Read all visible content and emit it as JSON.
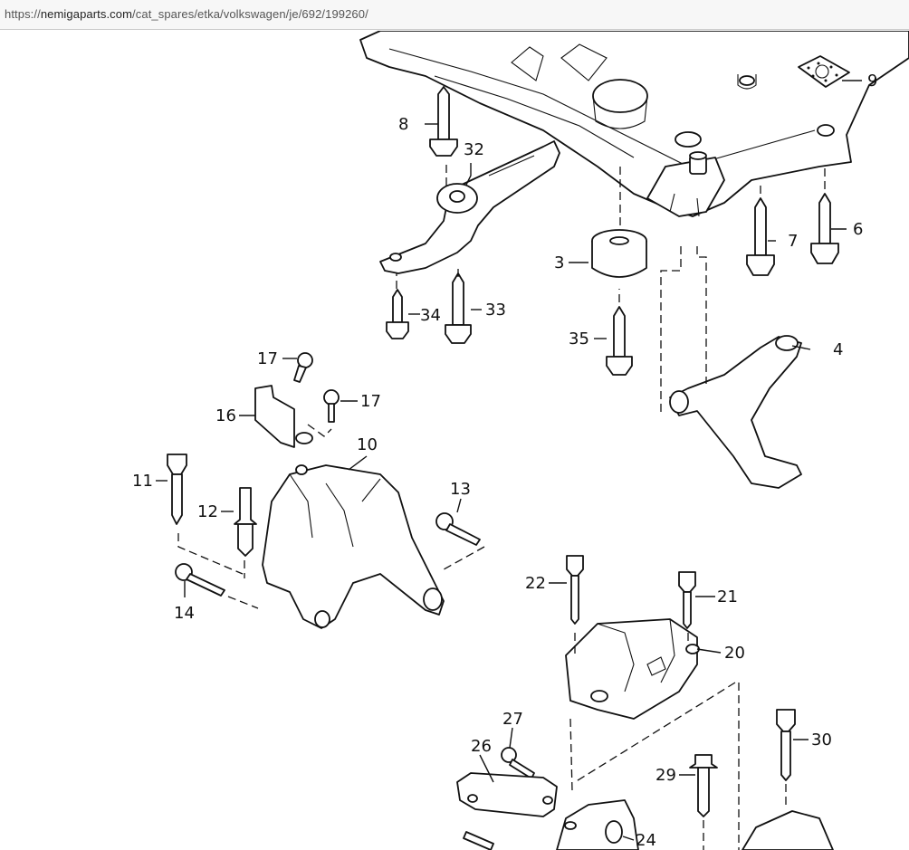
{
  "browser": {
    "url_prefix": "https://",
    "url_host": "nemigaparts.com",
    "url_path": "/cat_spares/etka/volkswagen/je/692/199260/"
  },
  "diagram": {
    "callouts": [
      "3",
      "4",
      "6",
      "7",
      "8",
      "9",
      "10",
      "11",
      "12",
      "13",
      "14",
      "16",
      "17",
      "17",
      "20",
      "21",
      "22",
      "24",
      "26",
      "27",
      "29",
      "30",
      "32",
      "33",
      "34",
      "35"
    ]
  }
}
